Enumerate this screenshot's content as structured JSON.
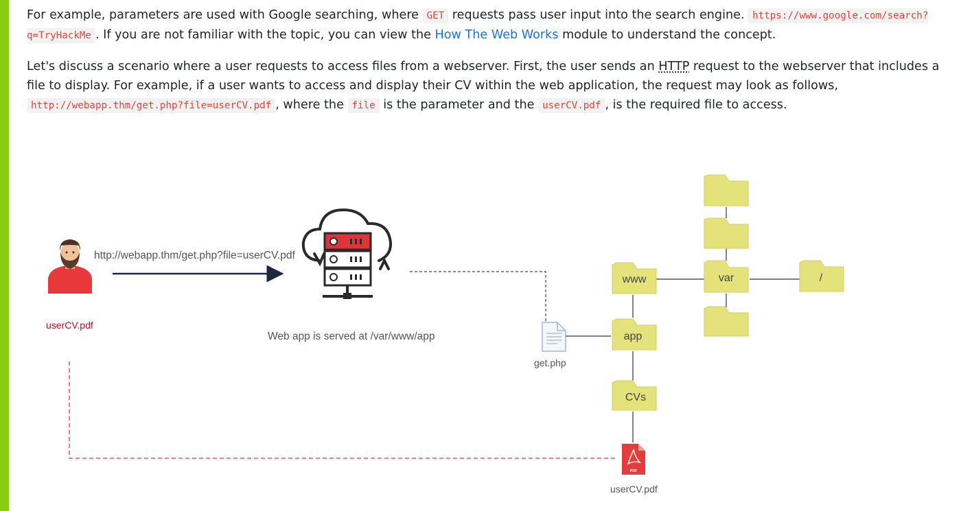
{
  "paragraph1": {
    "t1": "For example, parameters are used with Google searching, where ",
    "c1": "GET",
    "t2": " requests pass user input into the search engine. ",
    "c2": "https://www.google.com/search?q=TryHackMe",
    "t3": ". If you are not familiar with the topic, you can view the ",
    "link": "How The Web Works",
    "t4": " module to understand the concept."
  },
  "paragraph2": {
    "t1": "Let's discuss a scenario where a user requests to access files from a webserver. First, the user sends an ",
    "abbr": "HTTP",
    "t2": " request to the webserver that includes a file to display. For example, if a user wants to access and display their CV within the web application, the request may look as follows, ",
    "c1": "http://webapp.thm/get.php?file=userCV.pdf",
    "t3": ", where the ",
    "c2": "file",
    "t4": " is the parameter and the ",
    "c3": "userCV.pdf",
    "t5": ", is the required file to access."
  },
  "diagram": {
    "request_url": "http://webapp.thm/get.php?file=userCV.pdf",
    "user_file_label": "userCV.pdf",
    "served_label": "Web app is served at /var/www/app",
    "getphp_label": "get.php",
    "folders": {
      "www": "www",
      "var": "var",
      "root": "/",
      "app": "app",
      "cvs": "CVs"
    },
    "pdf_badge": "PDF",
    "pdf_file_label": "userCV.pdf",
    "colors": {
      "folder": "#e3e27b",
      "folder_tab": "#d6d56a",
      "server_red": "#e0343c",
      "user_shirt": "#e8383c",
      "dashed_red": "#d93a3a"
    }
  }
}
